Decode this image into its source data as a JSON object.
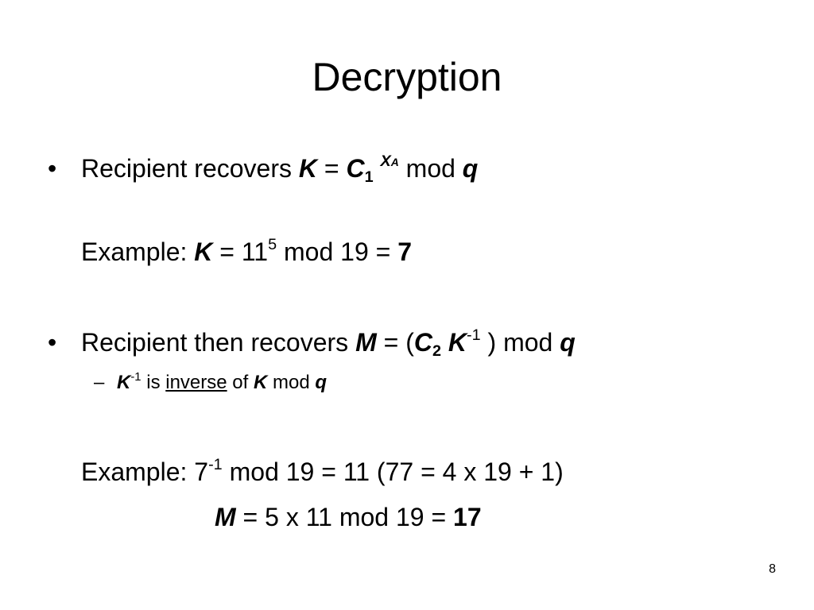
{
  "title": "Decryption",
  "bullets": [
    {
      "marker": "•",
      "prefix": "Recipient recovers ",
      "k": "K",
      "eq": " = ",
      "c": "C",
      "c_sub": "1",
      "exp_x": "X",
      "exp_a": "A",
      "mod": " mod ",
      "q": "q"
    },
    {
      "marker": "•",
      "prefix": "Recipient then recovers ",
      "m": "M",
      "eq_open": " = (",
      "c": "C",
      "c_sub": "2",
      "k": "K",
      "k_exp": "-1",
      "close_mod": " ) mod ",
      "q": "q"
    }
  ],
  "example1": {
    "label": "Example: ",
    "k": "K",
    "eq": " = 11",
    "exp": "5",
    "rest": " mod 19 = ",
    "result": "7"
  },
  "subbullet": {
    "marker": "–",
    "k": "K",
    "k_exp": "-1",
    "is": " is ",
    "inverse": "inverse",
    "of": " of ",
    "k2": "K",
    "mod": " mod ",
    "q": "q"
  },
  "example2": {
    "label": "Example: 7",
    "exp": "-1",
    "rest": " mod 19 = 11  (77 = 4 x 19 + 1)"
  },
  "example3": {
    "m": "M",
    "rest": " = 5 x 11 mod 19 = ",
    "result": "17"
  },
  "slide_number": "8"
}
